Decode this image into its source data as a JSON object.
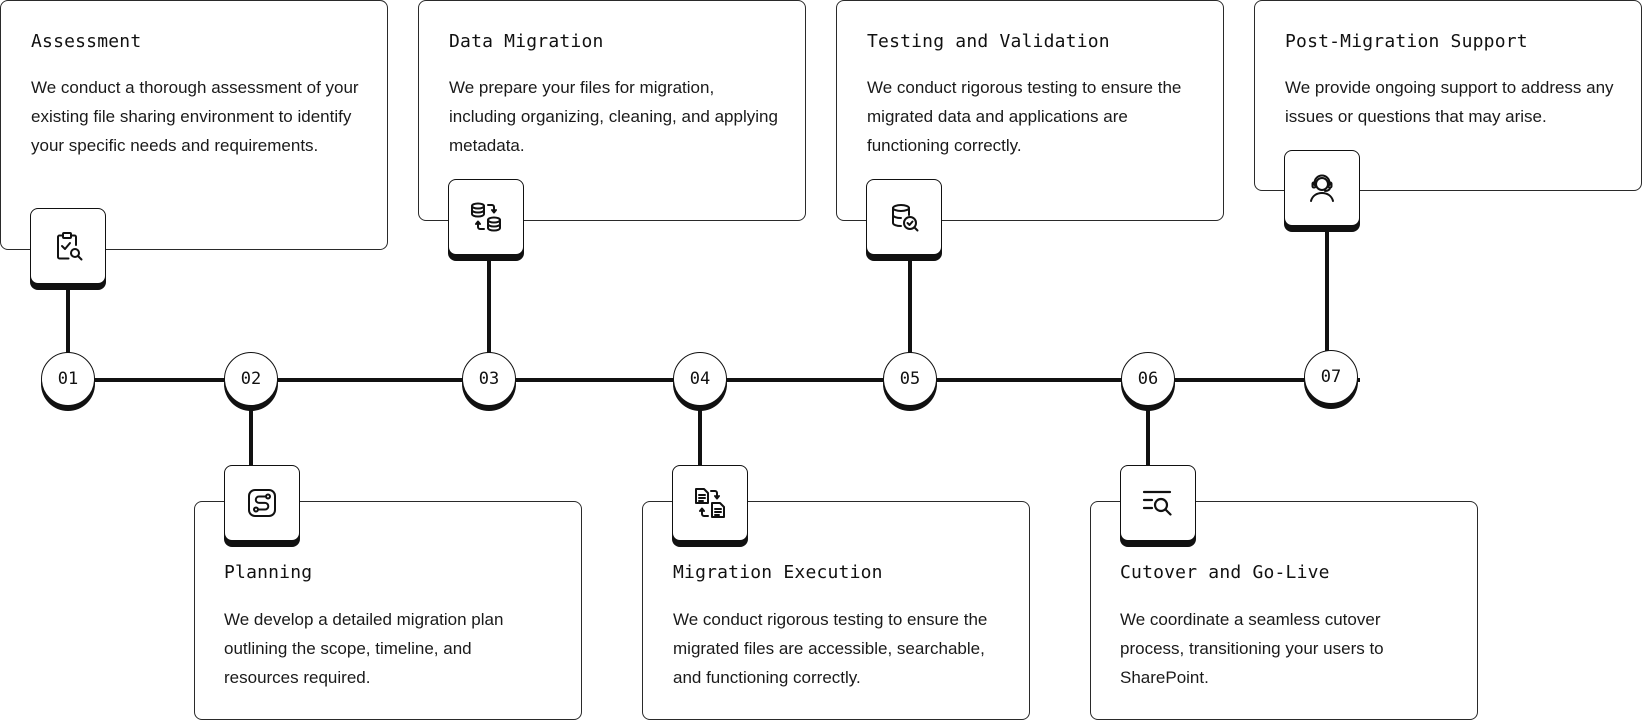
{
  "steps": [
    {
      "number": "01",
      "title": "Assessment",
      "description": "We conduct a thorough assessment of your existing file sharing environment to identify your specific needs and requirements.",
      "icon": "clipboard-search-icon"
    },
    {
      "number": "02",
      "title": "Planning",
      "description": "We develop a detailed migration plan outlining the scope, timeline, and resources required.",
      "icon": "route-plan-icon"
    },
    {
      "number": "03",
      "title": "Data Migration",
      "description": "We prepare your files for migration, including organizing, cleaning, and applying metadata.",
      "icon": "database-transfer-icon"
    },
    {
      "number": "04",
      "title": "Migration Execution",
      "description": "We conduct rigorous testing to ensure the migrated files are accessible, searchable, and functioning correctly.",
      "icon": "file-transfer-icon"
    },
    {
      "number": "05",
      "title": "Testing and Validation",
      "description": "We conduct rigorous testing to ensure the migrated data and applications are functioning correctly.",
      "icon": "database-check-icon"
    },
    {
      "number": "06",
      "title": "Cutover and Go-Live",
      "description": "We coordinate a seamless cutover process, transitioning your users to SharePoint.",
      "icon": "list-search-icon"
    },
    {
      "number": "07",
      "title": "Post-Migration Support",
      "description": "We provide ongoing support to address any issues or questions that may arise.",
      "icon": "support-agent-icon"
    }
  ]
}
